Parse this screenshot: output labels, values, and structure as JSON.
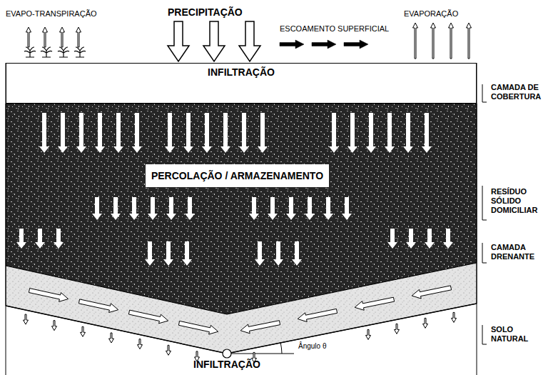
{
  "diagram": {
    "nodes": [
      {
        "text": [
          "INFILTRAÇÃO"
        ]
      },
      {
        "text": [
          "PERCOLAÇÃO / ARMAZENAMENTO"
        ]
      }
    ],
    "labels": [
      "EVAPO-TRANSPIRAÇÃO",
      "PRECIPITAÇÃO",
      "ESCOAMENTO SUPERFICIAL",
      "EVAPORAÇÃO",
      "CAMADA DE COBERTURA",
      "RESÍDUO SÓLIDO DOMICILIAR",
      "CAMADA DRENANTE",
      "SOLO NATURAL",
      "Ângulo θ",
      "INFILTRAÇÃO"
    ]
  }
}
